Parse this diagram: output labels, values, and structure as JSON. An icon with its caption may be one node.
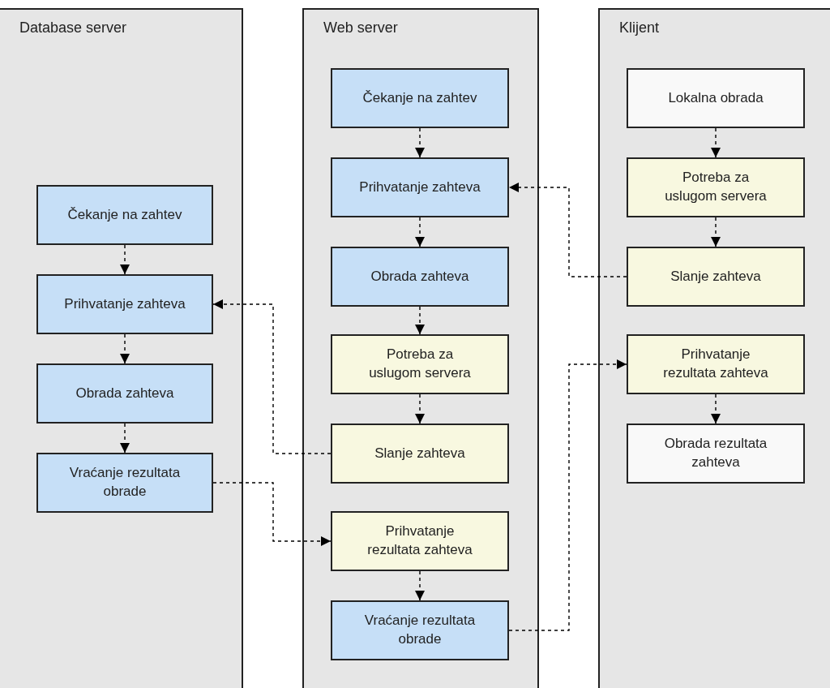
{
  "diagram": {
    "nodes": [
      {
        "text": [
          "Database server"
        ]
      },
      {
        "text": [
          "Čekanje na zahtev"
        ],
        "in": 0
      },
      {
        "text": [
          "Prihvatanje zahteva"
        ],
        "in": 0
      },
      {
        "text": [
          "Obrada zahteva"
        ],
        "in": 0
      },
      {
        "text": [
          "Vraćanje rezultata obrade"
        ],
        "in": 0
      },
      {
        "text": [
          "Web server"
        ]
      },
      {
        "text": [
          "Čekanje na zahtev"
        ],
        "in": 5
      },
      {
        "text": [
          "Prihvatanje zahteva"
        ],
        "in": 5
      },
      {
        "text": [
          "Obrada zahteva"
        ],
        "in": 5
      },
      {
        "text": [
          "Potreba za uslugom servera"
        ],
        "in": 5
      },
      {
        "text": [
          "Slanje zahteva"
        ],
        "in": 5
      },
      {
        "text": [
          "Prihvatanje rezultata zahteva"
        ],
        "in": 5
      },
      {
        "text": [
          "Vraćanje rezultata obrade"
        ],
        "in": 5
      },
      {
        "text": [
          "Klijent"
        ]
      },
      {
        "text": [
          "Lokalna obrada"
        ],
        "in": 13
      },
      {
        "text": [
          "Potreba za uslugom servera"
        ],
        "in": 13
      },
      {
        "text": [
          "Slanje zahteva"
        ],
        "in": 13
      },
      {
        "text": [
          "Prihvatanje rezultata zahteva"
        ],
        "in": 13
      },
      {
        "text": [
          "Obrada rezultata zahteva"
        ],
        "in": 13
      }
    ],
    "edges": [
      {
        "from": 1,
        "to": 2,
        "arrow": "to",
        "style": "dashed"
      },
      {
        "from": 2,
        "to": 3,
        "arrow": "to",
        "style": "dashed"
      },
      {
        "from": 3,
        "to": 4,
        "arrow": "to",
        "style": "dashed"
      },
      {
        "from": 6,
        "to": 7,
        "arrow": "to",
        "style": "dashed"
      },
      {
        "from": 7,
        "to": 8,
        "arrow": "to",
        "style": "dashed"
      },
      {
        "from": 8,
        "to": 9,
        "arrow": "to",
        "style": "dashed"
      },
      {
        "from": 9,
        "to": 10,
        "arrow": "to",
        "style": "dashed"
      },
      {
        "from": 11,
        "to": 12,
        "arrow": "to",
        "style": "dashed"
      },
      {
        "from": 14,
        "to": 15,
        "arrow": "to",
        "style": "dashed"
      },
      {
        "from": 15,
        "to": 16,
        "arrow": "to",
        "style": "dashed"
      },
      {
        "from": 17,
        "to": 18,
        "arrow": "to",
        "style": "dashed"
      },
      {
        "from": 10,
        "to": 2,
        "arrow": "to",
        "style": "dashed"
      },
      {
        "from": 4,
        "to": 11,
        "arrow": "to",
        "style": "dashed"
      },
      {
        "from": 16,
        "to": 7,
        "arrow": "to",
        "style": "dashed"
      },
      {
        "from": 12,
        "to": 17,
        "arrow": "to",
        "style": "dashed"
      }
    ]
  }
}
